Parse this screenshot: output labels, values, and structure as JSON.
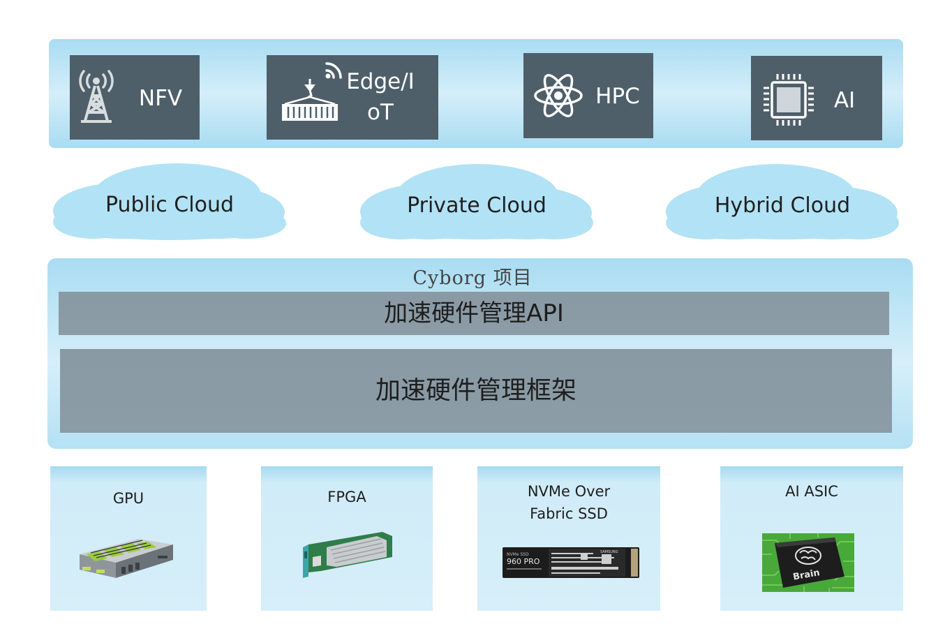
{
  "use_cases": [
    {
      "label": "NFV",
      "icon": "radio-tower-icon"
    },
    {
      "label": "Edge/IoT",
      "line1": "Edge/I",
      "line2": "oT",
      "icon": "crane-container-icon"
    },
    {
      "label": "HPC",
      "icon": "atom-icon"
    },
    {
      "label": "AI",
      "icon": "chip-icon"
    }
  ],
  "clouds": [
    "Public Cloud",
    "Private Cloud",
    "Hybrid Cloud"
  ],
  "cyborg": {
    "title": "Cyborg 项目",
    "api_layer": "加速硬件管理API",
    "framework_layer": "加速硬件管理框架"
  },
  "hardware": [
    {
      "label": "GPU",
      "image": "gpu-server-image"
    },
    {
      "label": "FPGA",
      "image": "fpga-card-image"
    },
    {
      "label": "NVMe Over Fabric SSD",
      "line1": "NVMe Over",
      "line2": "Fabric SSD",
      "image": "nvme-ssd-image",
      "ssd_brand": "SAMSUNG",
      "ssd_model": "960 PRO",
      "ssd_type": "NVMe SSD"
    },
    {
      "label": "AI ASIC",
      "image": "ai-asic-chip-image",
      "chip_text": "Brain"
    }
  ],
  "colors": {
    "band_light": "#d4eef9",
    "band_edge": "#a9dcf2",
    "tile": "#4e5f6a",
    "cloud": "#b2e2f5",
    "layer": "#8a9aa5"
  }
}
